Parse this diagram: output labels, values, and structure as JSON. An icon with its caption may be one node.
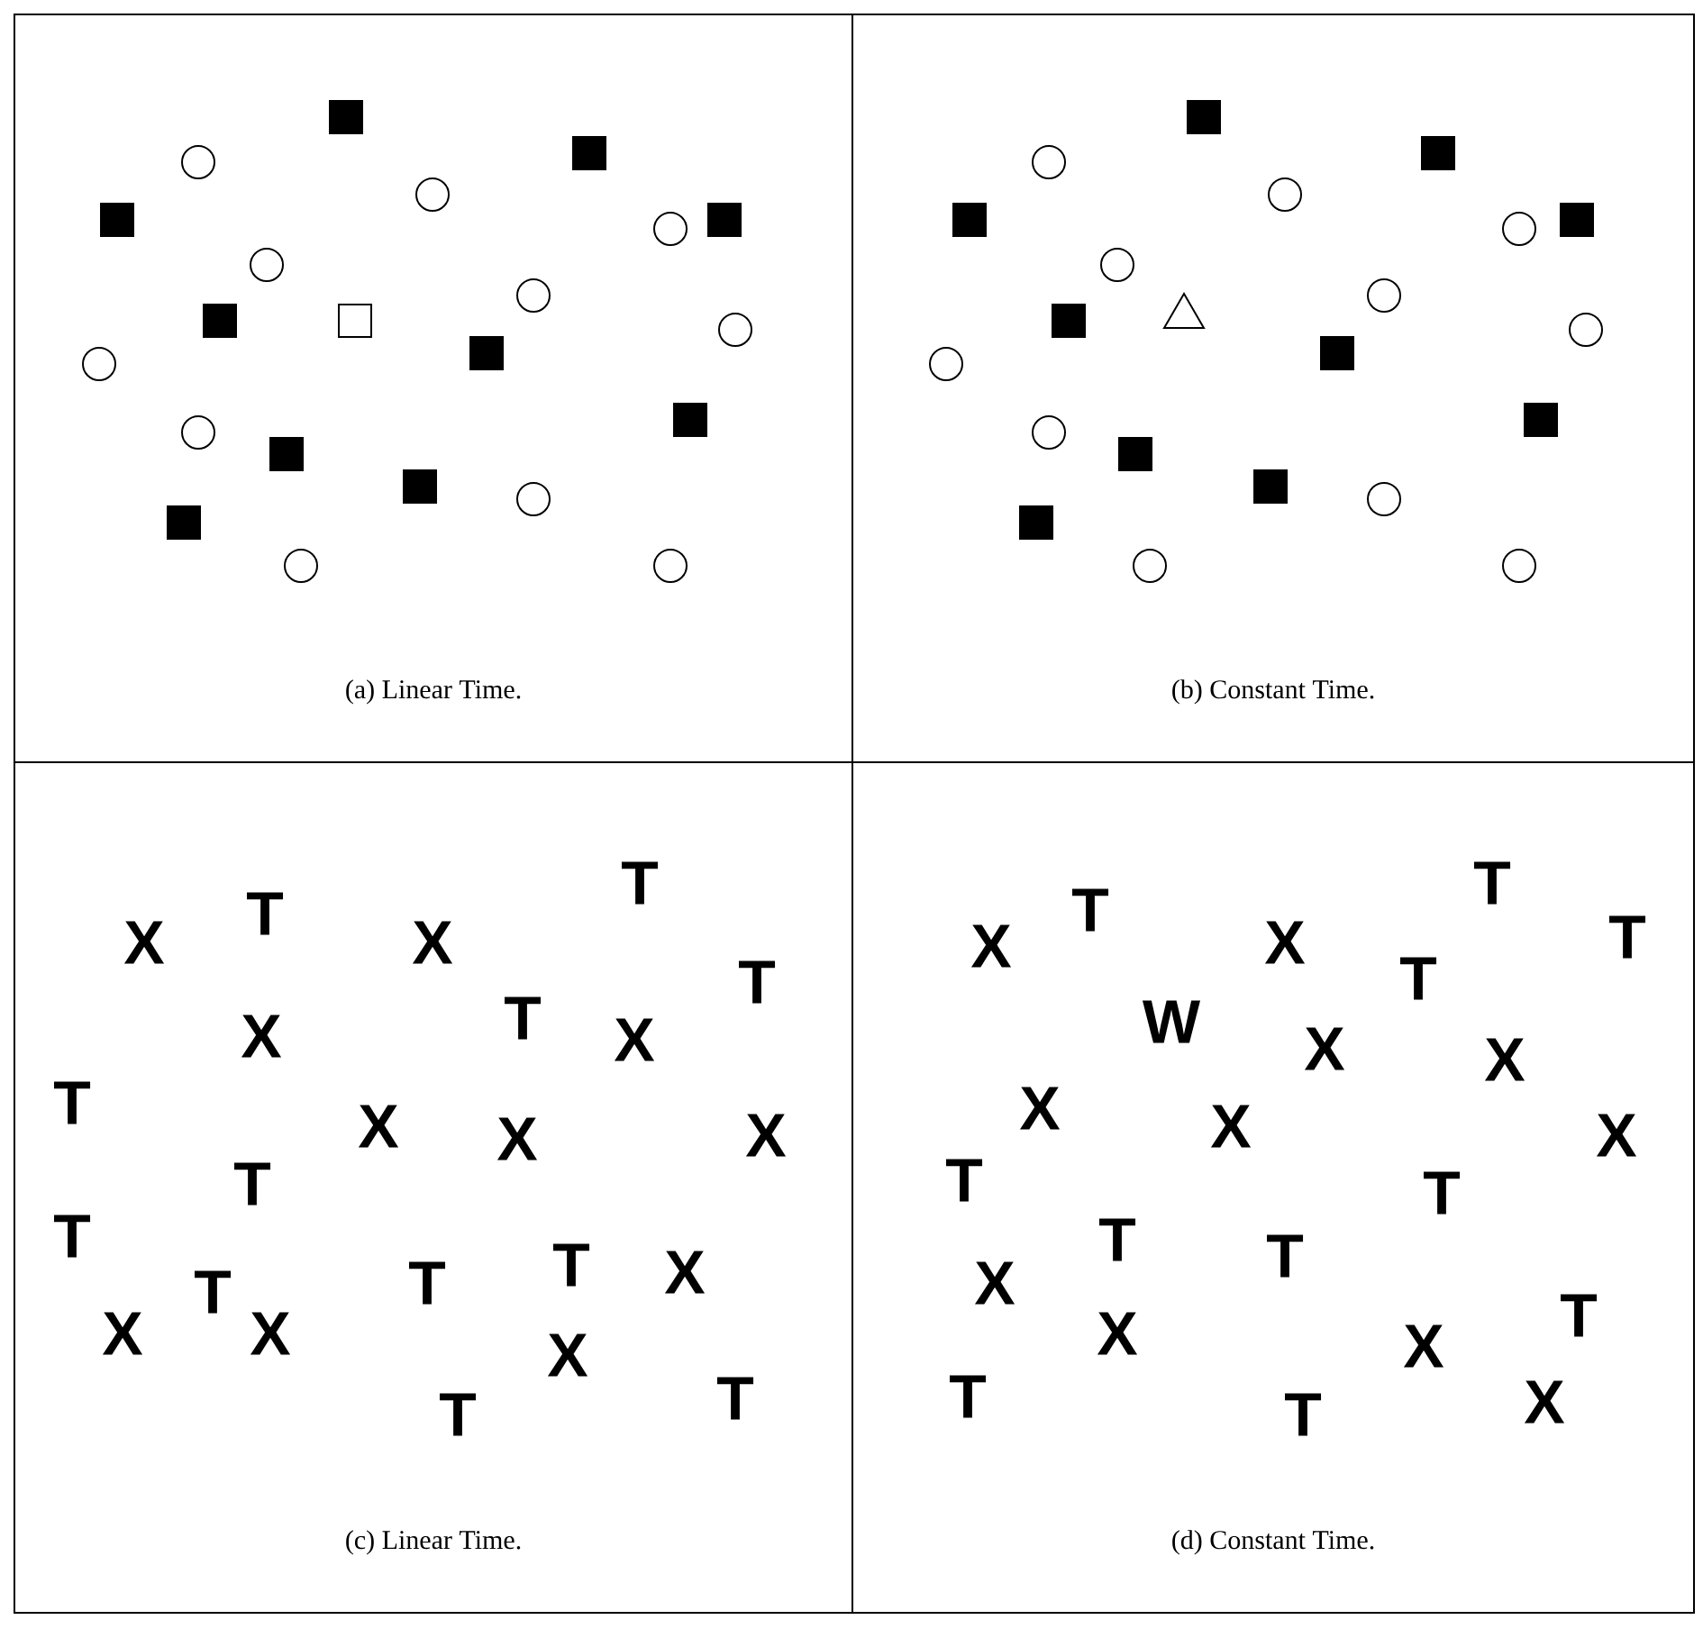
{
  "diagram": {
    "nodes": [
      {
        "text": [
          "(a) Linear Time."
        ]
      },
      {
        "text": [
          "(b) Constant Time."
        ]
      },
      {
        "text": [
          "(c) Linear Time."
        ]
      },
      {
        "text": [
          "(d) Constant Time."
        ]
      }
    ],
    "labels": [
      "T",
      "T",
      "X",
      "T",
      "T",
      "X",
      "T",
      "X",
      "X",
      "T",
      "T",
      "W",
      "X",
      "X",
      "X",
      "T",
      "X",
      "X",
      "X",
      "X",
      "X",
      "T",
      "X",
      "T",
      "T",
      "T",
      "T",
      "T",
      "T",
      "T",
      "X",
      "X",
      "T",
      "T",
      "T",
      "X",
      "X",
      "X",
      "X",
      "X",
      "X",
      "T",
      "T",
      "T",
      "T",
      "X"
    ]
  }
}
